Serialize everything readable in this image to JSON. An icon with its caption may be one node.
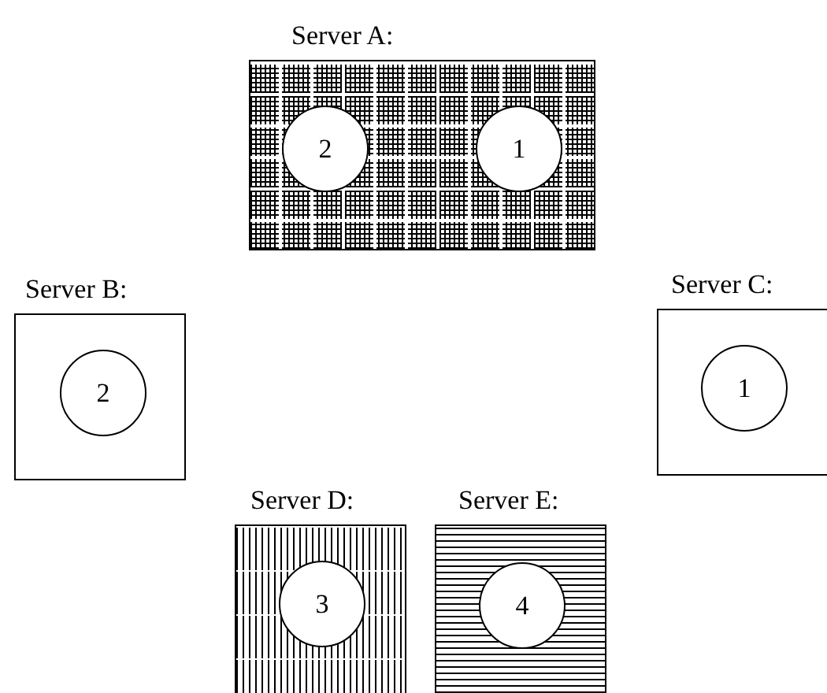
{
  "diagram": {
    "nodes": [
      {
        "text": [
          "Server A:"
        ]
      },
      {
        "text": [
          "2"
        ],
        "in": 0
      },
      {
        "text": [
          "1"
        ],
        "in": 0
      },
      {
        "text": [
          "Server B:"
        ]
      },
      {
        "text": [
          "2"
        ],
        "in": 3
      },
      {
        "text": [
          "Server C:"
        ]
      },
      {
        "text": [
          "1"
        ],
        "in": 5
      },
      {
        "text": [
          "Server D:"
        ]
      },
      {
        "text": [
          "3"
        ],
        "in": 7
      },
      {
        "text": [
          "Server E:"
        ]
      },
      {
        "text": [
          "4"
        ],
        "in": 9
      }
    ],
    "edges": []
  }
}
